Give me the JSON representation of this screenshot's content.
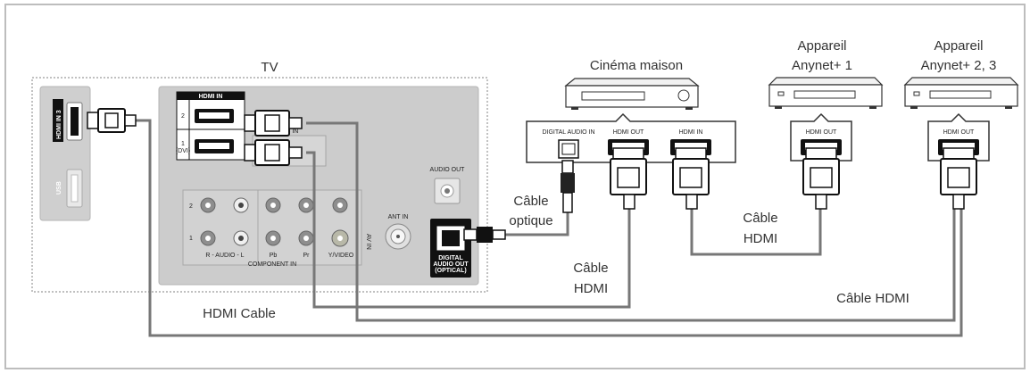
{
  "tv": {
    "title": "TV",
    "hdmi3_label": "HDMI IN 3",
    "usb_label": "USB",
    "hdmi_in_header": "HDMI IN",
    "port_2": "2",
    "port_1": "1",
    "port_1_sub": "(DVI)",
    "pc_in": "PC IN",
    "audio_out": "AUDIO OUT",
    "row_2": "2",
    "row_1": "1",
    "audio_label": "R - AUDIO - L",
    "pb_label": "Pb",
    "pr_label": "Pr",
    "video_label": "Y/VIDEO",
    "component_in": "COMPONENT IN",
    "av_in": "AV IN",
    "ant_in": "ANT IN",
    "digital_audio_out": [
      "DIGITAL",
      "AUDIO OUT",
      "(OPTICAL)"
    ]
  },
  "home_theater": {
    "title": "Cinéma maison",
    "digital_audio_in": "DIGITAL AUDIO IN",
    "hdmi_out": "HDMI OUT",
    "hdmi_in": "HDMI IN"
  },
  "anynet1": {
    "title_lines": [
      "Appareil",
      "Anynet+ 1"
    ],
    "hdmi_out": "HDMI OUT"
  },
  "anynet23": {
    "title_lines": [
      "Appareil",
      "Anynet+ 2, 3"
    ],
    "hdmi_out": "HDMI OUT"
  },
  "cables": {
    "optical": [
      "Câble",
      "optique"
    ],
    "hdmi_center": [
      "Câble",
      "HDMI"
    ],
    "hdmi_mid": [
      "Câble",
      "HDMI"
    ],
    "hdmi_right": "Câble HDMI",
    "hdmi_left": "HDMI Cable"
  },
  "colors": {
    "cable": "#777777",
    "panel_gray": "#c8c8c8",
    "port_black": "#111111",
    "frame_border": "#bdbdbd"
  }
}
